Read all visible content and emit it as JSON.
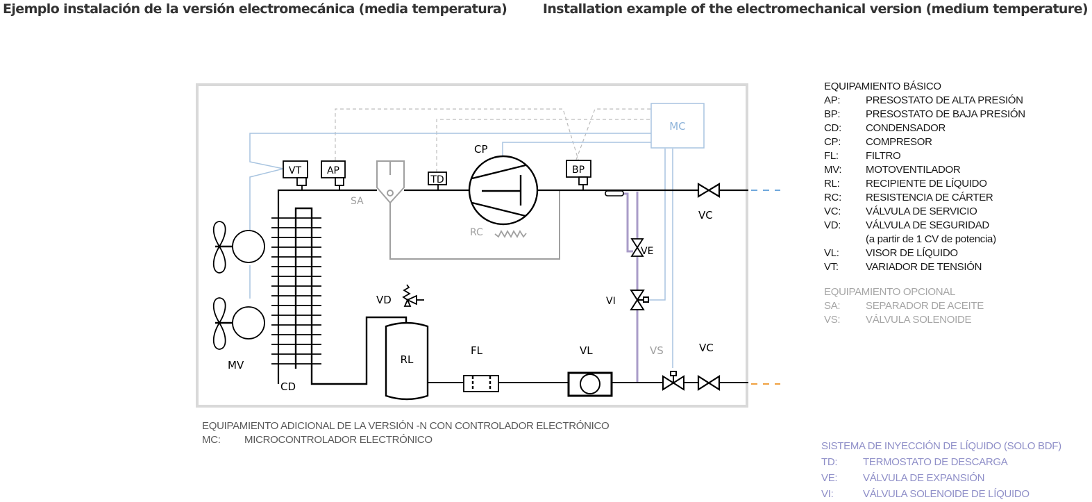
{
  "titles": {
    "spanish": "Ejemplo instalación de la versión electromecánica  (media temperatura)",
    "english": "Installation example of the electromechanical version (medium temperature)"
  },
  "diagram": {
    "labels": {
      "VT": "VT",
      "AP": "AP",
      "TD": "TD",
      "CP": "CP",
      "BP": "BP",
      "MC": "MC",
      "SA": "SA",
      "RC": "RC",
      "VE": "VE",
      "VI": "VI",
      "VC_top": "VC",
      "VC_bottom": "VC",
      "VS": "VS",
      "VD": "VD",
      "RL": "RL",
      "FL": "FL",
      "VL": "VL",
      "MV": "MV",
      "CD": "CD"
    },
    "colors": {
      "pipe": "#000000",
      "optional": "#a0a0a0",
      "control": "#a8c4e0",
      "injection": "#a99cc8",
      "signal_dashed": "#bdbdbd",
      "frame": "#d9d9d9",
      "suction_outlet": "#6fa8dc",
      "liquid_outlet": "#f0a040"
    }
  },
  "legend_basic": {
    "heading": "EQUIPAMIENTO BÁSICO",
    "items": [
      {
        "code": "AP:",
        "desc": "PRESOSTATO DE ALTA PRESIÓN"
      },
      {
        "code": "BP:",
        "desc": "PRESOSTATO DE BAJA PRESIÓN"
      },
      {
        "code": "CD:",
        "desc": "CONDENSADOR"
      },
      {
        "code": "CP:",
        "desc": "COMPRESOR"
      },
      {
        "code": "FL:",
        "desc": "FILTRO"
      },
      {
        "code": "MV:",
        "desc": "MOTOVENTILADOR"
      },
      {
        "code": "RL:",
        "desc": "RECIPIENTE DE LÍQUIDO"
      },
      {
        "code": "RC:",
        "desc": "RESISTENCIA DE CÁRTER"
      },
      {
        "code": "VC:",
        "desc": "VÁLVULA DE SERVICIO"
      },
      {
        "code": "VD:",
        "desc": "VÁLVULA DE SEGURIDAD"
      }
    ],
    "vd_note": "(a partir de 1 CV de potencia)",
    "items_after": [
      {
        "code": "VL:",
        "desc": "VISOR DE LÍQUIDO"
      },
      {
        "code": "VT:",
        "desc": "VARIADOR DE TENSIÓN"
      }
    ]
  },
  "legend_optional": {
    "heading": "EQUIPAMIENTO OPCIONAL",
    "items": [
      {
        "code": "SA:",
        "desc": "SEPARADOR DE ACEITE"
      },
      {
        "code": "VS:",
        "desc": "VÁLVULA SOLENOIDE"
      }
    ]
  },
  "legend_additional": {
    "heading": "EQUIPAMIENTO ADICIONAL DE LA VERSIÓN -N CON CONTROLADOR ELECTRÓNICO",
    "items": [
      {
        "code": "MC:",
        "desc": "MICROCONTROLADOR ELECTRÓNICO"
      }
    ]
  },
  "legend_injection": {
    "heading": "SISTEMA DE INYECCIÓN DE LÍQUIDO (SOLO BDF)",
    "items": [
      {
        "code": "TD:",
        "desc": "TERMOSTATO DE DESCARGA"
      },
      {
        "code": "VE:",
        "desc": "VÁLVULA DE EXPANSIÓN"
      },
      {
        "code": "VI:",
        "desc": "VÁLVULA SOLENOIDE DE LÍQUIDO"
      }
    ]
  }
}
